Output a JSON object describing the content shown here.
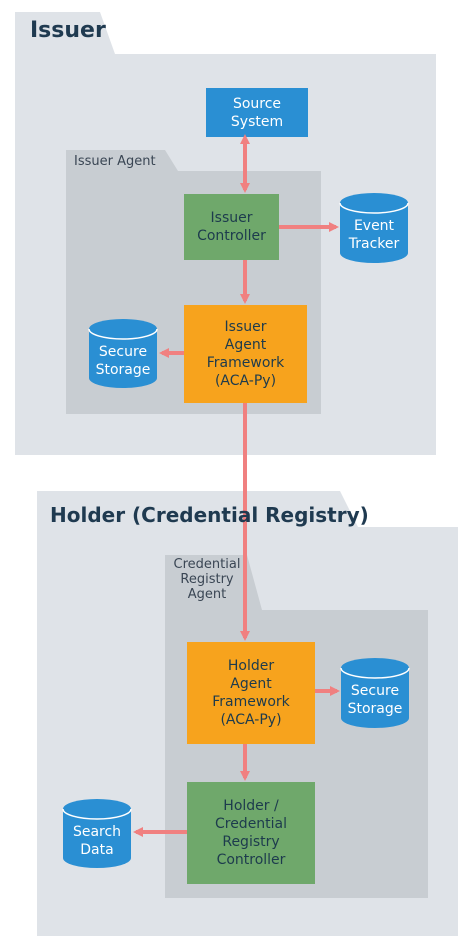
{
  "colors": {
    "folder_bg": "#dfe3e8",
    "agent_bg": "#c8cdd2",
    "blue": "#2a8fd3",
    "green": "#6fa86b",
    "orange": "#f7a31d",
    "arrow": "#f08080"
  },
  "issuer": {
    "title": "Issuer",
    "agent_title": "Issuer Agent",
    "source_system": "Source\nSystem",
    "controller": "Issuer\nController",
    "event_tracker": "Event\nTracker",
    "framework": "Issuer\nAgent\nFramework\n(ACA-Py)",
    "secure_storage": "Secure\nStorage"
  },
  "holder": {
    "title": "Holder (Credential Registry)",
    "agent_title": "Credential\nRegistry\nAgent",
    "framework": "Holder\nAgent\nFramework\n(ACA-Py)",
    "secure_storage": "Secure\nStorage",
    "controller": "Holder /\nCredential\nRegistry\nController",
    "search_data": "Search\nData"
  }
}
